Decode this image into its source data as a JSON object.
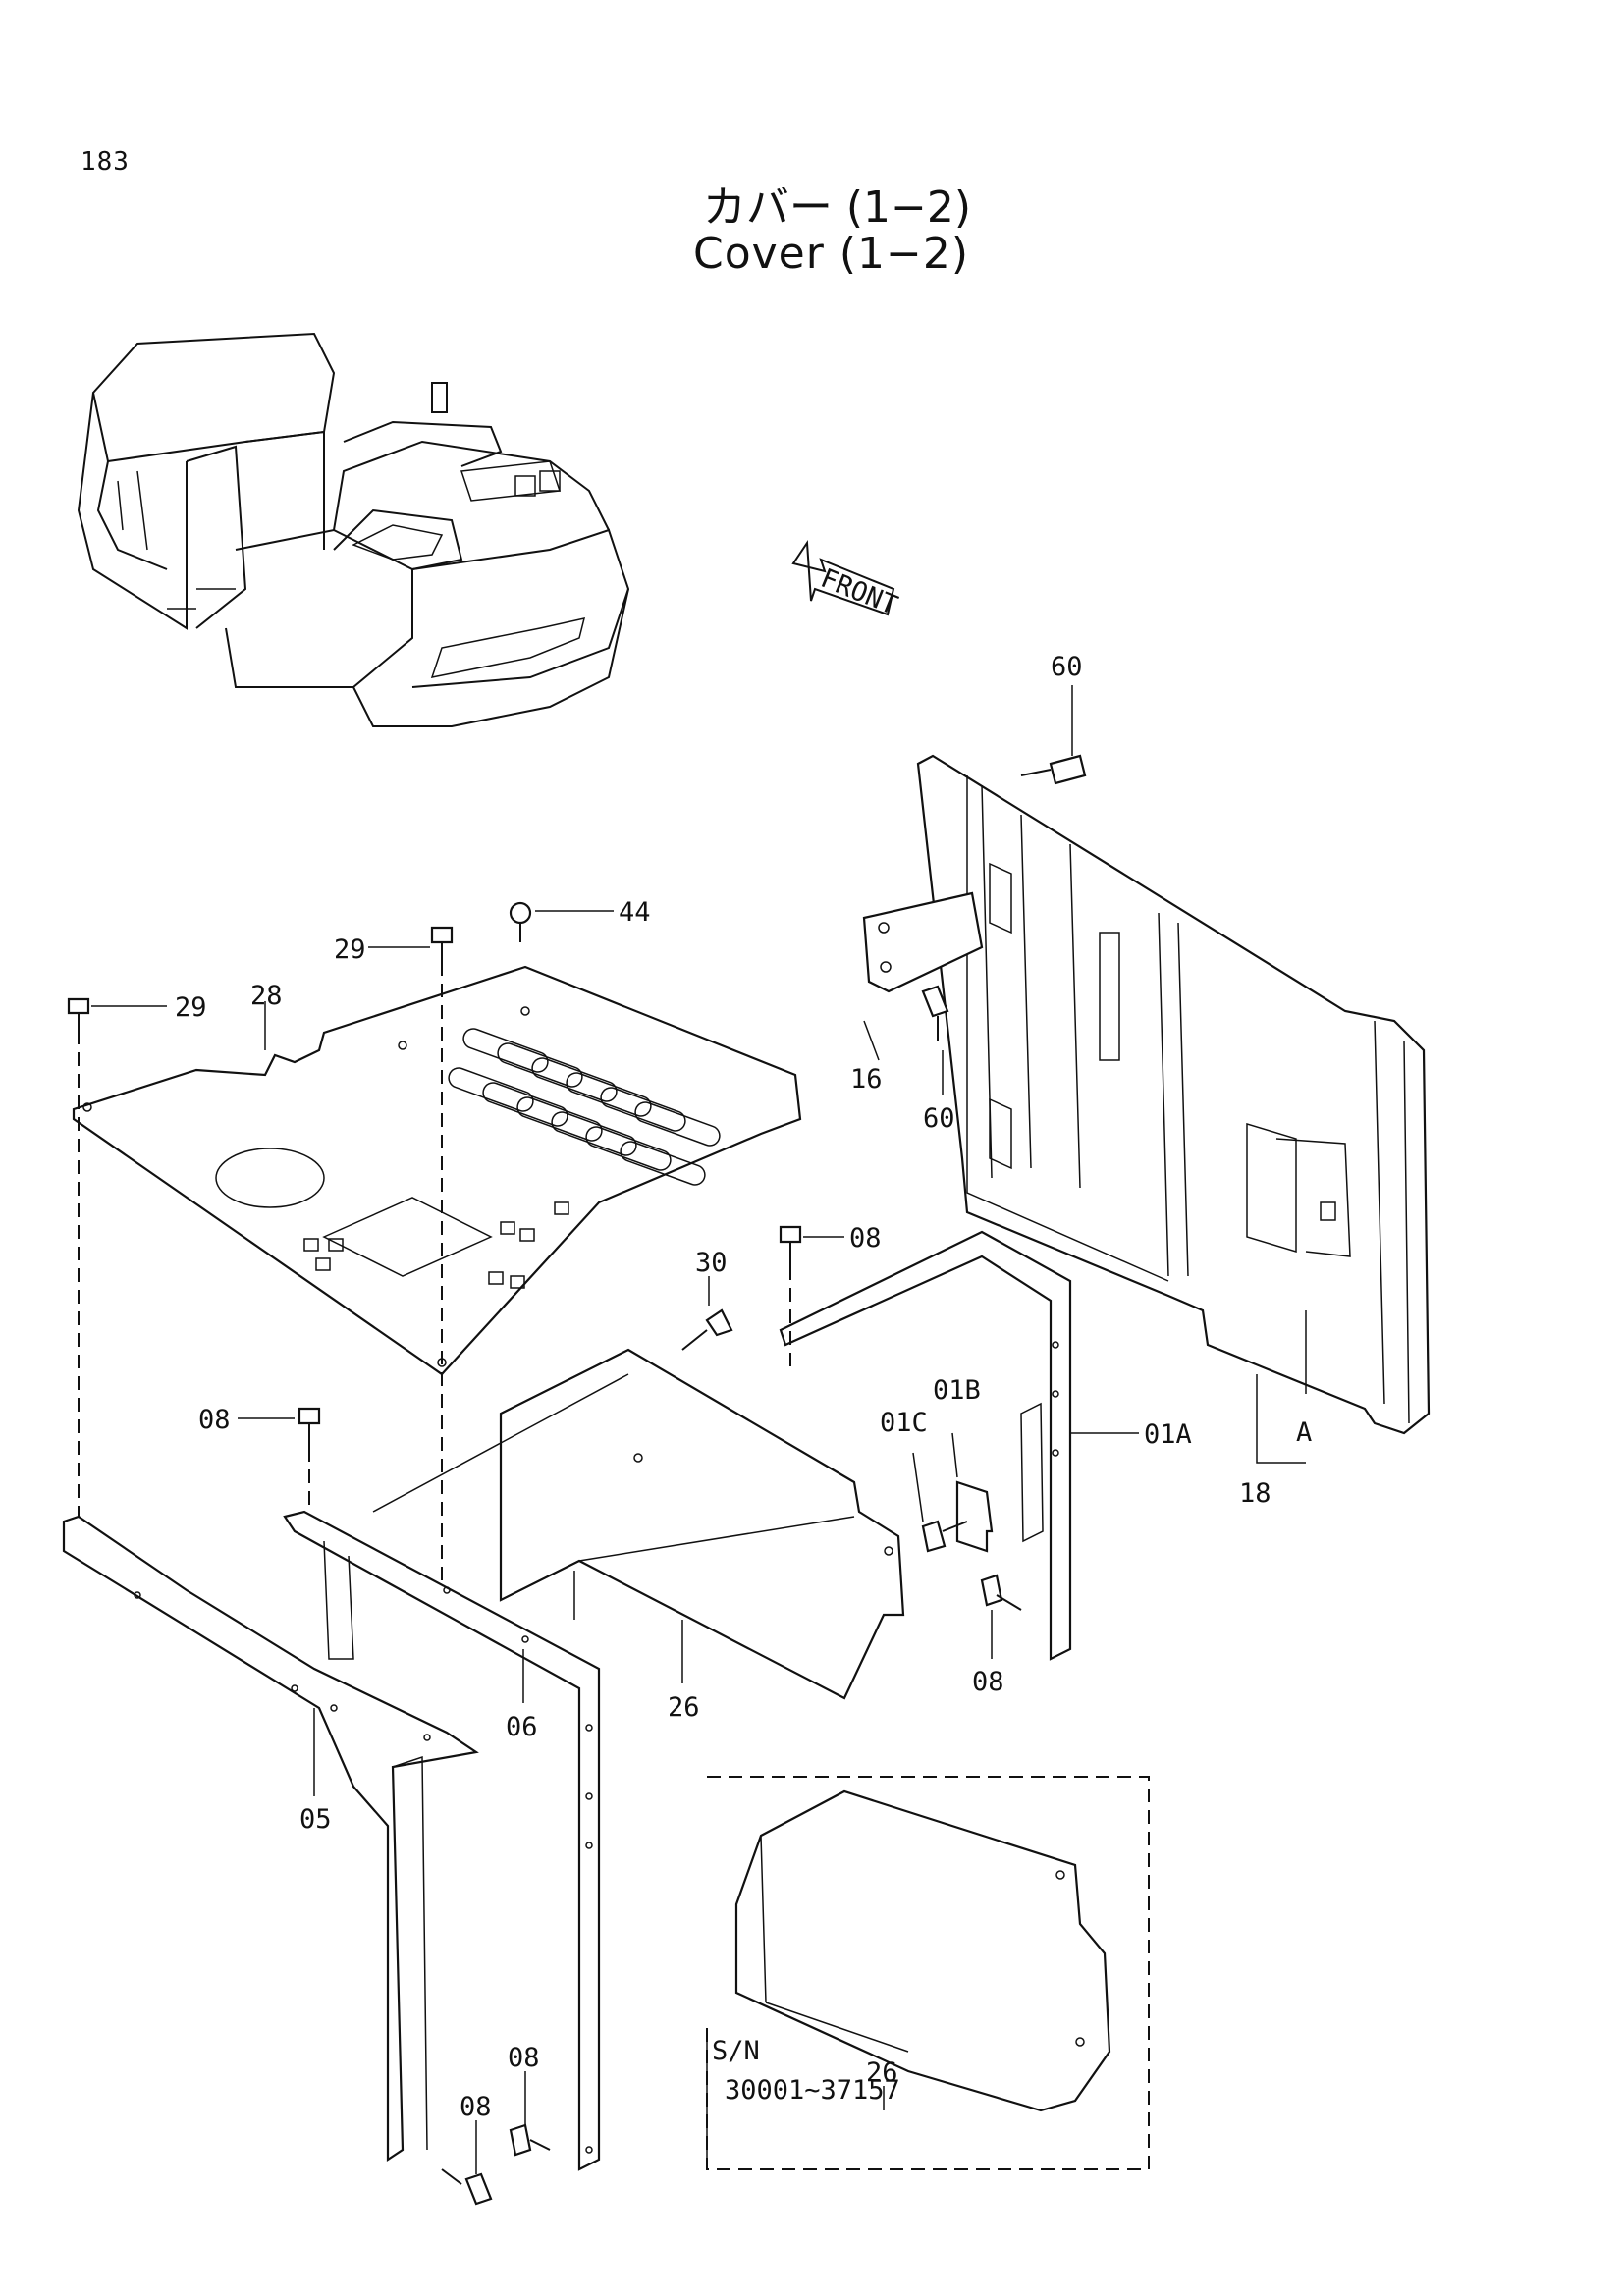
{
  "page": {
    "number": "183"
  },
  "title": {
    "japanese": "カバー (1−2)",
    "english": "Cover (1−2)"
  },
  "front_arrow": {
    "label": "FRONT"
  },
  "callouts": [
    {
      "id": "c60a",
      "text": "60"
    },
    {
      "id": "c44",
      "text": "44"
    },
    {
      "id": "c29a",
      "text": "29"
    },
    {
      "id": "c29b",
      "text": "29"
    },
    {
      "id": "c28",
      "text": "28"
    },
    {
      "id": "c16",
      "text": "16"
    },
    {
      "id": "c60b",
      "text": "60"
    },
    {
      "id": "c08a",
      "text": "08"
    },
    {
      "id": "c30",
      "text": "30"
    },
    {
      "id": "c01b",
      "text": "01B"
    },
    {
      "id": "c01c",
      "text": "01C"
    },
    {
      "id": "c01a",
      "text": "01A"
    },
    {
      "id": "cA",
      "text": "A"
    },
    {
      "id": "c18",
      "text": "18"
    },
    {
      "id": "c08b",
      "text": "08"
    },
    {
      "id": "c08c",
      "text": "08"
    },
    {
      "id": "c26a",
      "text": "26"
    },
    {
      "id": "c06",
      "text": "06"
    },
    {
      "id": "c05",
      "text": "05"
    },
    {
      "id": "c08d",
      "text": "08"
    },
    {
      "id": "c08e",
      "text": "08"
    },
    {
      "id": "c26b",
      "text": "26"
    }
  ],
  "serial_note": {
    "label": "S/N",
    "range": "30001~37157"
  }
}
